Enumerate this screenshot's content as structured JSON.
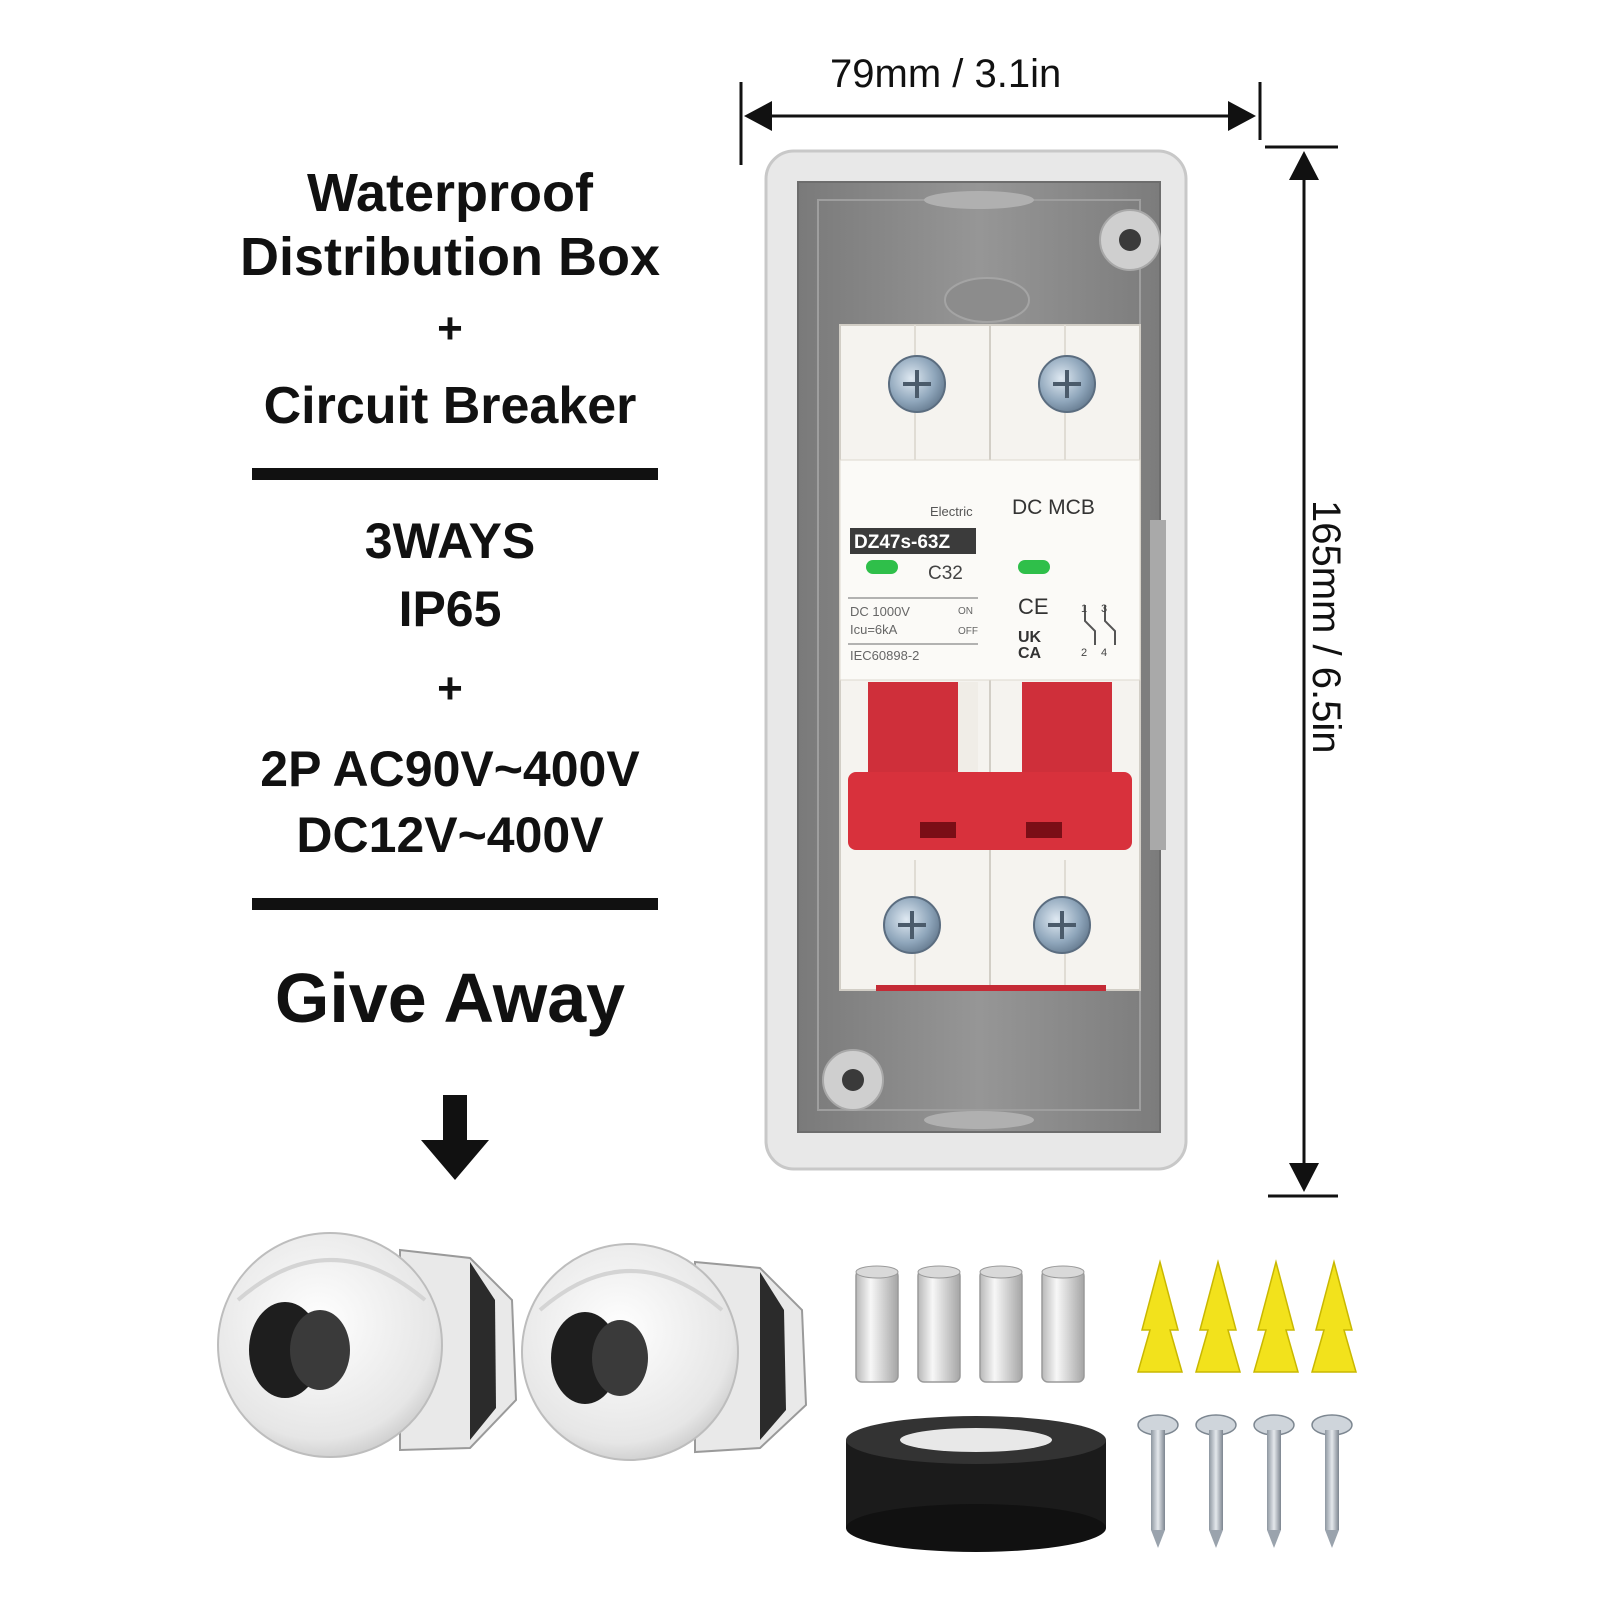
{
  "heading": {
    "line1": "Waterproof",
    "line2": "Distribution Box",
    "plus1": "+",
    "line3": "Circuit Breaker",
    "spec1": "3WAYS",
    "spec2": "IP65",
    "plus2": "+",
    "spec3": "2P AC90V~400V",
    "spec4": "DC12V~400V",
    "giveaway": "Give Away"
  },
  "dimensions": {
    "width": "79mm / 3.1in",
    "height": "165mm / 6.5in"
  },
  "breaker": {
    "brand": "Electric",
    "model": "DZ47s-63Z",
    "rating": "C32",
    "type": "DC MCB",
    "voltage": "DC 1000V",
    "icu": "Icu=6kA",
    "standard": "IEC60898-2",
    "on": "ON",
    "off": "OFF",
    "ce": "CE",
    "ukca_top": "UK",
    "ukca_bottom": "CA",
    "term1": "1",
    "term3": "3",
    "term2": "2",
    "term4": "4"
  },
  "colors": {
    "enclosure": "#e6e6e6",
    "enclosure_inner": "#8a8a8a",
    "breaker_body": "#f4f2ee",
    "lever": "#d8313c",
    "indicator": "#2fbf4a",
    "anchor": "#f2e21c"
  }
}
